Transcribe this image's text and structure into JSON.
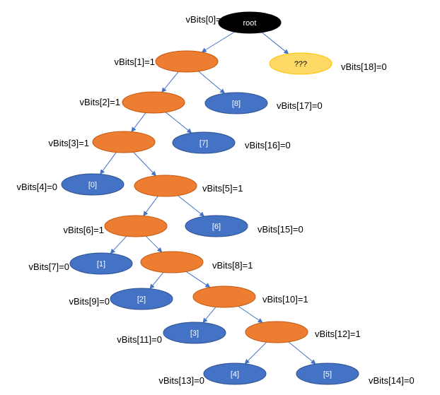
{
  "colors": {
    "root_fill": "#000000",
    "internal_fill": "#ed7d31",
    "internal_stroke": "#c55a11",
    "leaf_fill": "#4472c4",
    "leaf_stroke": "#2f528f",
    "unknown_fill": "#ffd966",
    "unknown_stroke": "#ffc000",
    "edge": "#4472c4",
    "leaf_text": "#ffffff",
    "root_text": "#ffffff",
    "unknown_text": "#000000"
  },
  "nodes": [
    {
      "id": "n0",
      "type": "root",
      "text": "root",
      "label": "vBits[0]=1",
      "side": "left"
    },
    {
      "id": "n1",
      "type": "internal",
      "text": "",
      "label": "vBits[1]=1",
      "side": "left"
    },
    {
      "id": "n18",
      "type": "unknown",
      "text": "???",
      "label": "vBits[18]=0",
      "side": "right"
    },
    {
      "id": "n2",
      "type": "internal",
      "text": "",
      "label": "vBits[2]=1",
      "side": "left"
    },
    {
      "id": "n17",
      "type": "leaf",
      "text": "[8]",
      "label": "vBits[17]=0",
      "side": "right"
    },
    {
      "id": "n3",
      "type": "internal",
      "text": "",
      "label": "vBits[3]=1",
      "side": "left"
    },
    {
      "id": "n16",
      "type": "leaf",
      "text": "[7]",
      "label": "vBits[16]=0",
      "side": "right"
    },
    {
      "id": "n4",
      "type": "leaf",
      "text": "[0]",
      "label": "vBits[4]=0",
      "side": "left"
    },
    {
      "id": "n5",
      "type": "internal",
      "text": "",
      "label": "vBits[5]=1",
      "side": "right"
    },
    {
      "id": "n6",
      "type": "internal",
      "text": "",
      "label": "vBits[6]=1",
      "side": "left"
    },
    {
      "id": "n15",
      "type": "leaf",
      "text": "[6]",
      "label": "vBits[15]=0",
      "side": "right"
    },
    {
      "id": "n7",
      "type": "leaf",
      "text": "[1]",
      "label": "vBits[7]=0",
      "side": "left"
    },
    {
      "id": "n8",
      "type": "internal",
      "text": "",
      "label": "vBits[8]=1",
      "side": "right"
    },
    {
      "id": "n9",
      "type": "leaf",
      "text": "[2]",
      "label": "vBits[9]=0",
      "side": "left"
    },
    {
      "id": "n10",
      "type": "internal",
      "text": "",
      "label": "vBits[10]=1",
      "side": "right"
    },
    {
      "id": "n11",
      "type": "leaf",
      "text": "[3]",
      "label": "vBits[11]=0",
      "side": "left"
    },
    {
      "id": "n12",
      "type": "internal",
      "text": "",
      "label": "vBits[12]=1",
      "side": "right"
    },
    {
      "id": "n13",
      "type": "leaf",
      "text": "[4]",
      "label": "vBits[13]=0",
      "side": "left"
    },
    {
      "id": "n14",
      "type": "leaf",
      "text": "[5]",
      "label": "vBits[14]=0",
      "side": "right"
    }
  ],
  "edges": [
    [
      "n0",
      "n1"
    ],
    [
      "n0",
      "n18"
    ],
    [
      "n1",
      "n2"
    ],
    [
      "n1",
      "n17"
    ],
    [
      "n2",
      "n3"
    ],
    [
      "n2",
      "n16"
    ],
    [
      "n3",
      "n4"
    ],
    [
      "n3",
      "n5"
    ],
    [
      "n5",
      "n6"
    ],
    [
      "n5",
      "n15"
    ],
    [
      "n6",
      "n7"
    ],
    [
      "n6",
      "n8"
    ],
    [
      "n8",
      "n9"
    ],
    [
      "n8",
      "n10"
    ],
    [
      "n10",
      "n11"
    ],
    [
      "n10",
      "n12"
    ],
    [
      "n12",
      "n13"
    ],
    [
      "n12",
      "n14"
    ]
  ]
}
